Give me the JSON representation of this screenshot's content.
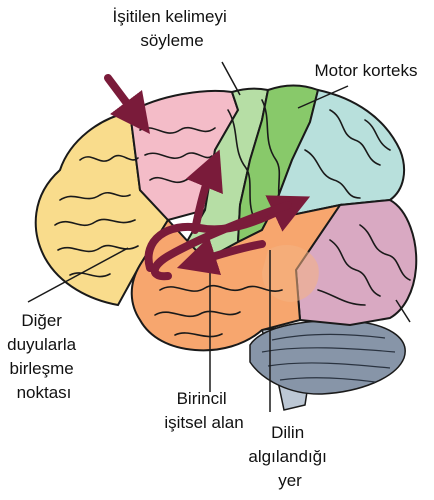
{
  "labels": {
    "spoken_word": [
      "İşitilen kelimeyi",
      "söyleme"
    ],
    "motor_cortex": [
      "Motor korteks"
    ],
    "other_senses": [
      "Diğer",
      "duyularla",
      "birleşme",
      "noktası"
    ],
    "primary_auditory": [
      "Birincil",
      "işitsel alan"
    ],
    "language_comprehension": [
      "Dilin",
      "algılandığı",
      "yer"
    ]
  },
  "colors": {
    "frontal": "#f4bcc8",
    "motor": "#88c96a",
    "motor_light": "#b6dea5",
    "parietal": "#b8e0dc",
    "occipital": "#d9a9c2",
    "temporal": "#f7a66e",
    "prefrontal": "#f9dc8c",
    "brainstem": "#bcc7d4",
    "cerebellum": "#8795a8",
    "arrow": "#7a1b3a",
    "sulcus": "#1a1a1a"
  }
}
